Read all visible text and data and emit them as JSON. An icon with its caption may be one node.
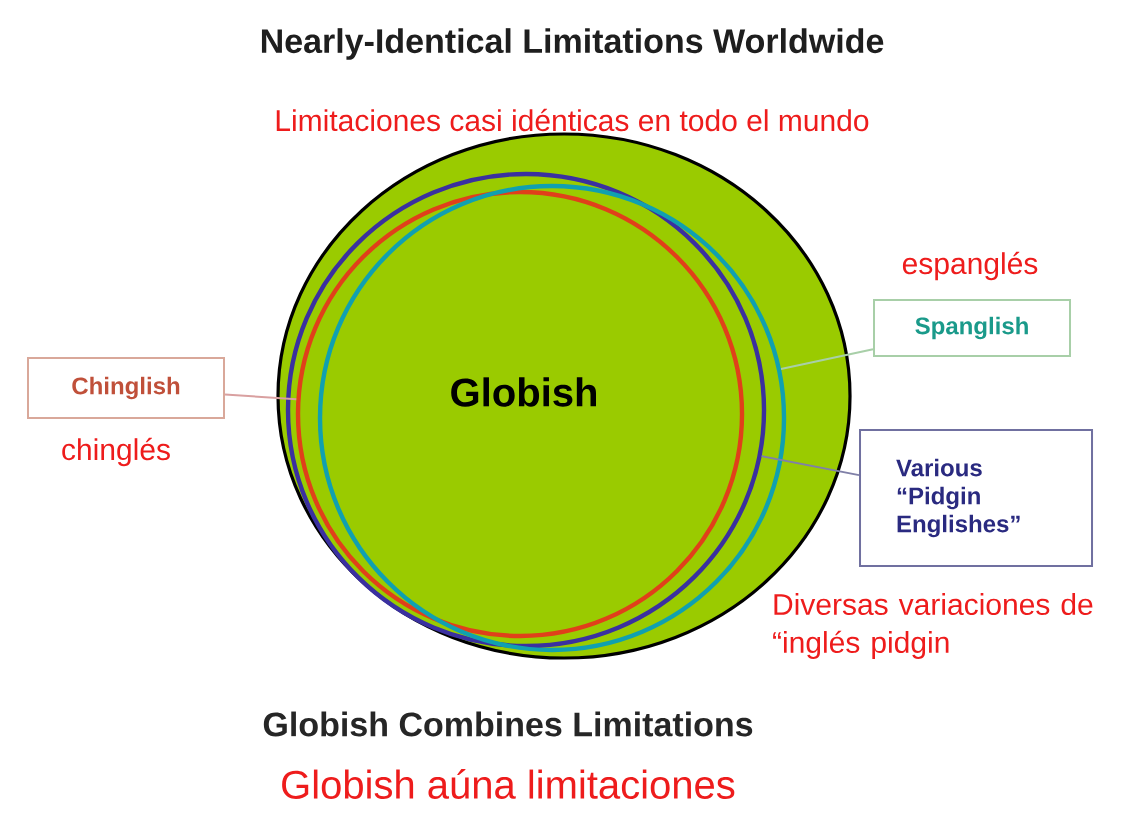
{
  "diagram": {
    "title": "Nearly-Identical Limitations Worldwide",
    "nodes": [
      {
        "text": [],
        "shape": "circle"
      },
      {
        "text": [],
        "shape": "circle",
        "in": 0
      },
      {
        "text": [],
        "shape": "circle",
        "in": 0
      },
      {
        "text": [],
        "shape": "circle",
        "in": 0
      },
      {
        "text": [
          "Globish"
        ],
        "in": 1
      },
      {
        "text": [
          "Chinglish"
        ],
        "beside": [
          "chinglés"
        ]
      },
      {
        "text": [
          "Spanglish"
        ],
        "beside": [
          "espanglés"
        ]
      },
      {
        "text": [
          "Various “Pidgin Englishes”"
        ]
      }
    ],
    "edges": [
      {
        "from": 5,
        "to": 1,
        "arrow": "none",
        "color": "#d9a0a0"
      },
      {
        "from": 6,
        "to": 3,
        "arrow": "none",
        "color": "#a8cfa8"
      },
      {
        "from": 7,
        "to": 2,
        "arrow": "none",
        "color": "#8080a8"
      }
    ],
    "labels": [
      "Limitaciones casi idénticas en todo el mundo",
      "Diversas variaciones de “inglés pidgin",
      "Globish Combines Limitations",
      "Globish aúna limitaciones"
    ]
  }
}
